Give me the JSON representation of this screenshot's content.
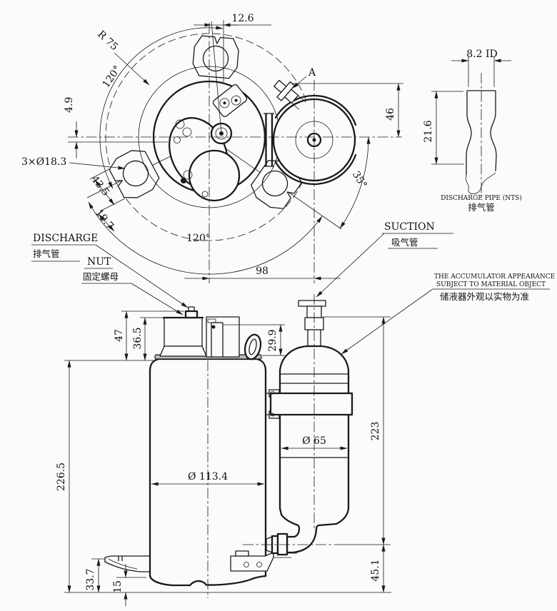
{
  "top_view": {
    "d126": "12.6",
    "r75": "R 75",
    "a120ul": "120°",
    "d49": "4.9",
    "holes": "3×Ø18.3",
    "d435": "43.5",
    "d197": "19.7",
    "a120b": "120°",
    "d98": "98",
    "d46": "46",
    "a35": "35°",
    "aref": "A"
  },
  "detail_view": {
    "id_dim": "8.2 ID",
    "h_dim": "21.6",
    "caption_en": "DISCHARGE PIPE (NTS)",
    "caption_zh": "排气管"
  },
  "labels": {
    "discharge_en": "DISCHARGE",
    "discharge_zh": "排气管",
    "nut_en": "NUT",
    "nut_zh": "固定螺母",
    "suction_en": "SUCTION",
    "suction_zh": "吸气管",
    "note1": "THE ACCUMULATOR APPEARANCE IS",
    "note2": "SUBJECT TO MATERIAL OBJECT",
    "note_zh": "储液器外观以实物为准"
  },
  "front_view": {
    "d47": "47",
    "d365": "36.5",
    "d299": "29.9",
    "d2265": "226.5",
    "dia_shell": "Ø 113.4",
    "dia_acc": "Ø 65",
    "d223": "223",
    "d451": "45.1",
    "d337": "33.7",
    "d15": "15"
  }
}
